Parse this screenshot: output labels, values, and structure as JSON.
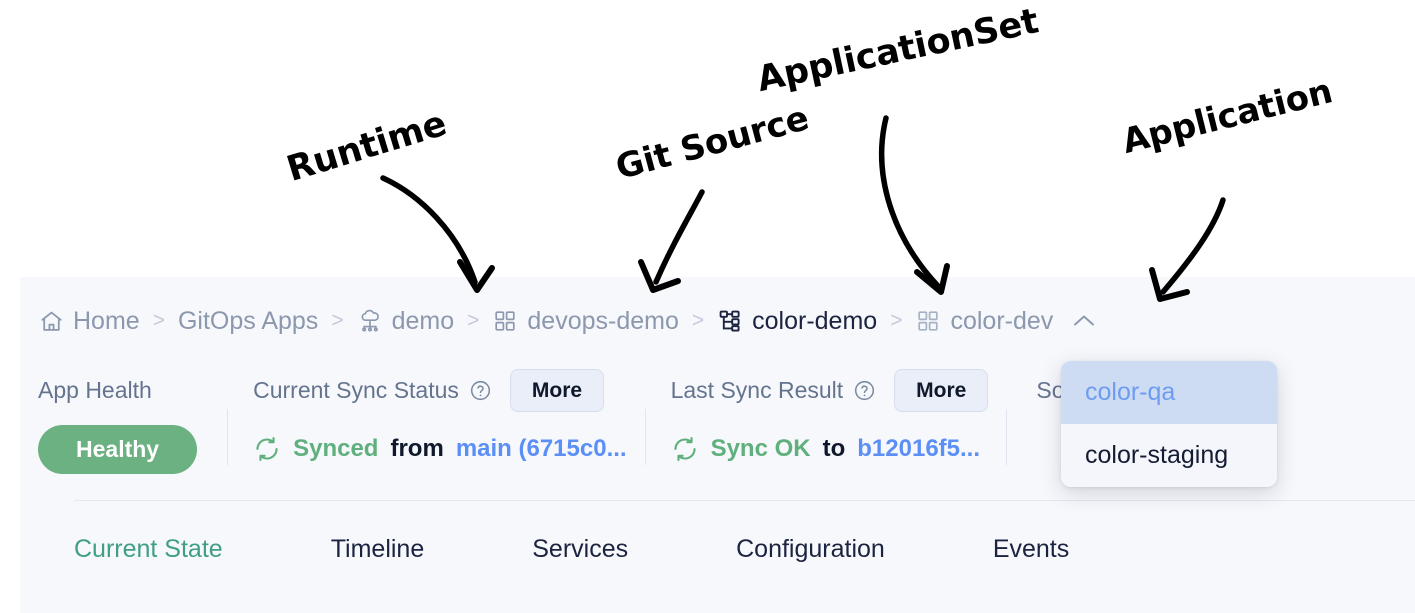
{
  "annotations": [
    {
      "id": "runtime",
      "label": "Runtime",
      "points_to": "demo"
    },
    {
      "id": "gitsource",
      "label": "Git Source",
      "points_to": "devops-demo"
    },
    {
      "id": "appset",
      "label": "ApplicationSet",
      "points_to": "color-demo"
    },
    {
      "id": "application",
      "label": "Application",
      "points_to": "color-dev"
    }
  ],
  "breadcrumb": {
    "items": [
      {
        "label": "Home",
        "icon": "home-icon",
        "active": false
      },
      {
        "label": "GitOps Apps",
        "icon": "",
        "active": false
      },
      {
        "label": "demo",
        "icon": "cluster-icon",
        "active": false
      },
      {
        "label": "devops-demo",
        "icon": "grid-icon",
        "active": false
      },
      {
        "label": "color-demo",
        "icon": "hierarchy-icon",
        "active": true
      },
      {
        "label": "color-dev",
        "icon": "grid-icon",
        "active": false,
        "caret": "^"
      }
    ],
    "separator": ">"
  },
  "status": {
    "app_health": {
      "title": "App Health",
      "badge": "Healthy",
      "badge_color": "#6bb181"
    },
    "current_sync": {
      "title": "Current Sync Status",
      "help_icon": "help-circle-icon",
      "more_label": "More",
      "state": "Synced",
      "preposition": "from",
      "revision": "main (6715c0..."
    },
    "last_sync": {
      "title": "Last Sync Result",
      "help_icon": "help-circle-icon",
      "more_label": "More",
      "state": "Sync OK",
      "preposition": "to",
      "revision": "b12016f5..."
    },
    "source": {
      "title": "Sourc",
      "info_icon": "info-circle-icon"
    }
  },
  "dropdown": {
    "items": [
      {
        "label": "color-qa",
        "selected": true
      },
      {
        "label": "color-staging",
        "selected": false
      }
    ],
    "selected_bg": "#cddcf3",
    "selected_fg": "#6e9cf0"
  },
  "tabs": [
    {
      "label": "Current State",
      "active": true
    },
    {
      "label": "Timeline",
      "active": false
    },
    {
      "label": "Services",
      "active": false
    },
    {
      "label": "Configuration",
      "active": false
    },
    {
      "label": "Events",
      "active": false
    }
  ],
  "colors": {
    "panel_bg": "#f7f8fc",
    "healthy_green": "#6bb181",
    "sync_green": "#5fb07d",
    "link_blue": "#5b8ff5",
    "active_tab": "#3f9e86",
    "muted_text": "#8c98ae",
    "dark_text": "#10182c"
  }
}
